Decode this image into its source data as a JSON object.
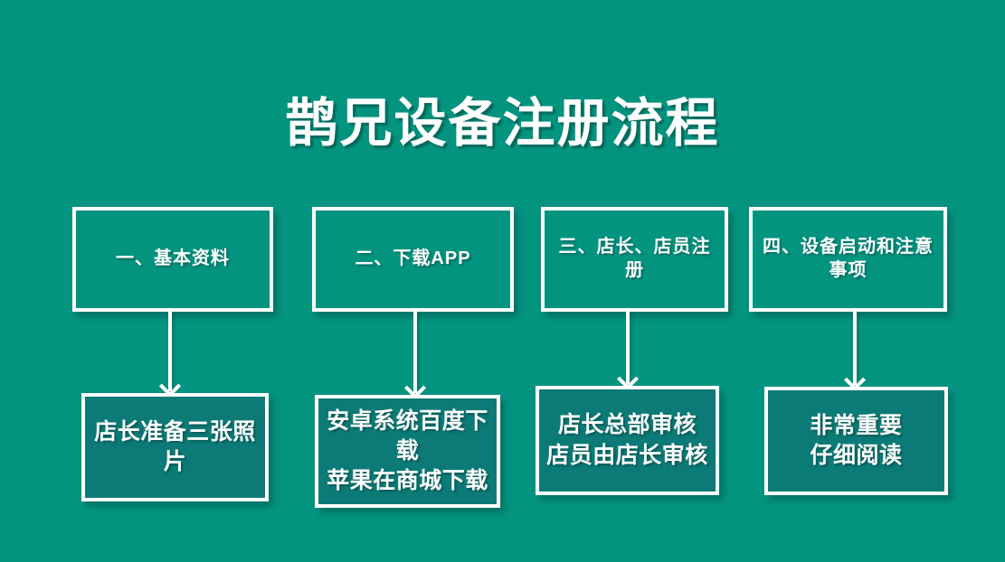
{
  "slide": {
    "title": "鹊兄设备注册流程",
    "background_color": "#039480",
    "box_fill_color": "#0c7b77",
    "border_color": "#ffffff",
    "text_color": "#ffffff"
  },
  "steps": [
    {
      "label": "一、基本资料"
    },
    {
      "label": "二、下载APP"
    },
    {
      "label": "三、店长、店员注册"
    },
    {
      "label_line1": "四、设备启动和注意",
      "label_line2": "事项"
    }
  ],
  "details": [
    {
      "line1": "店长准备三张照",
      "line2": "片"
    },
    {
      "line1": "安卓系统百度下载",
      "line2": "苹果在商城下载"
    },
    {
      "line1": "店长总部审核",
      "line2": "店员由店长审核"
    },
    {
      "line1": "非常重要",
      "line2": "仔细阅读"
    }
  ],
  "connectors": [
    {
      "name": "connector-1"
    },
    {
      "name": "connector-2"
    },
    {
      "name": "connector-3"
    },
    {
      "name": "connector-4"
    }
  ]
}
